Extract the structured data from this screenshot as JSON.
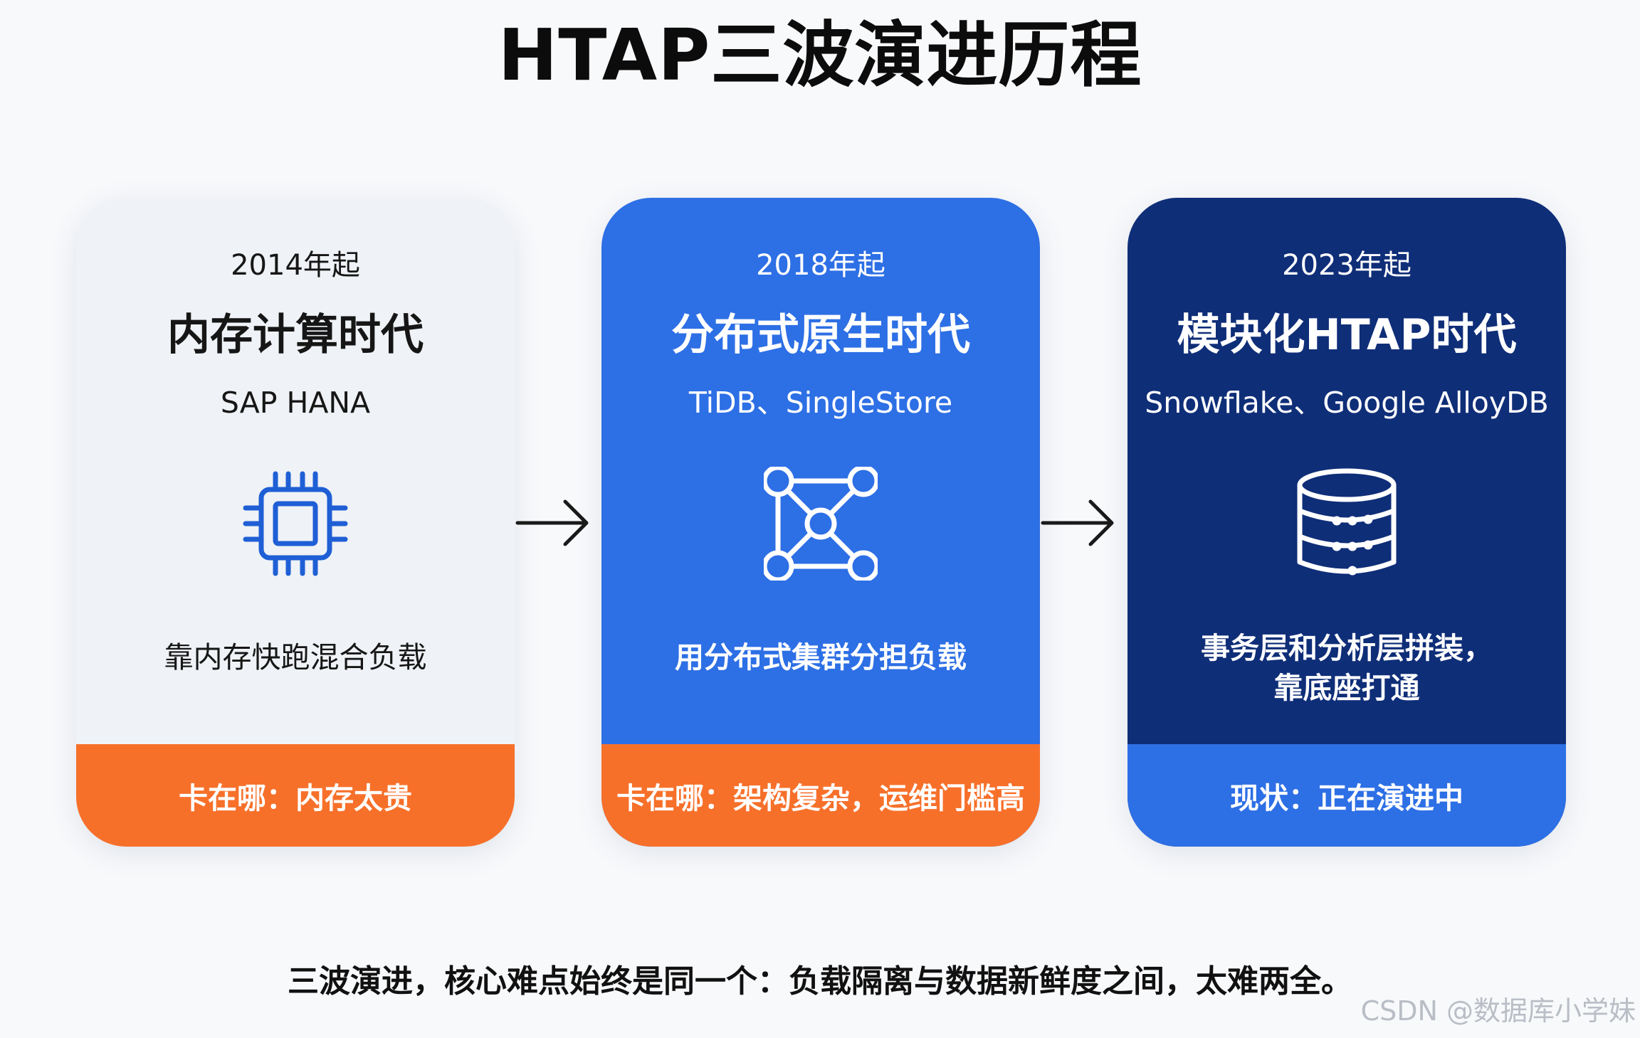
{
  "title": "HTAP三波演进历程",
  "cards": [
    {
      "year": "2014年起",
      "era": "内存计算时代",
      "products": "SAP HANA",
      "icon": "cpu-chip-icon",
      "description": "靠内存快跑混合负载",
      "footer": "卡在哪：内存太贵"
    },
    {
      "year": "2018年起",
      "era": "分布式原生时代",
      "products": "TiDB、SingleStore",
      "icon": "network-nodes-icon",
      "description": "用分布式集群分担负载",
      "footer": "卡在哪：架构复杂，运维门槛高"
    },
    {
      "year": "2023年起",
      "era": "模块化HTAP时代",
      "products": "Snowflake、Google AlloyDB",
      "icon": "database-icon",
      "description_line1": "事务层和分析层拼装，",
      "description_line2": "靠底座打通",
      "footer": "现状：正在演进中"
    }
  ],
  "summary": "三波演进，核心难点始终是同一个：负载隔离与数据新鲜度之间，太难两全。",
  "watermark": "CSDN @数据库小学妹",
  "colors": {
    "card1_bg": "#eff2f6",
    "card2_bg": "#2d6fe5",
    "card3_bg": "#0f2e78",
    "orange_footer": "#f7702a",
    "blue_footer": "#2d6fe5",
    "icon_blue": "#1f5fd6"
  }
}
